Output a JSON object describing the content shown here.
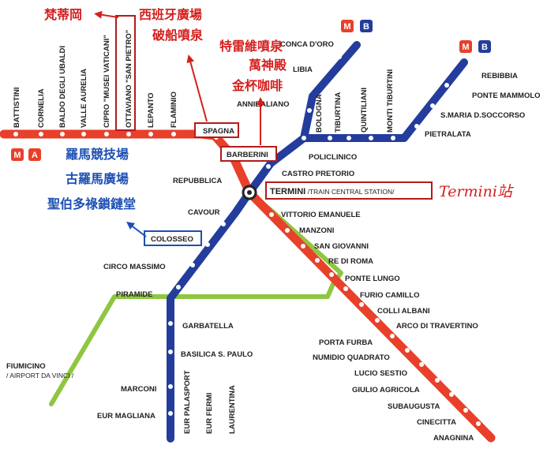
{
  "colors": {
    "line_a": "#e8402a",
    "line_b": "#243d9c",
    "line_c": "#8fc641",
    "annotation_red": "#d3201e",
    "annotation_blue": "#1d4fb4",
    "box_red": "#b11c1c",
    "box_blue": "#1d4fb4"
  },
  "line_badges": {
    "metro_letter": "M",
    "line_a_letter": "A",
    "line_b_letter": "B"
  },
  "line_a_stations": {
    "battistini": "BATTISTINI",
    "cornelia": "CORNELIA",
    "baldo_degli_ubaldi": "BALDO DEGLI UBALDI",
    "valle_aurelia": "VALLE AURELIA",
    "cipro": "CIPRO \"MUSEI VATICANI\"",
    "ottaviano": "OTTAVIANO \"SAN PIETRO\"",
    "lepanto": "LEPANTO",
    "flaminio": "FLAMINIO",
    "spagna": "SPAGNA",
    "barberini": "BARBERINI",
    "repubblica": "REPUBBLICA",
    "vittorio_emanuele": "VITTORIO EMANUELE",
    "manzoni": "MANZONI",
    "san_giovanni": "SAN GIOVANNI",
    "re_di_roma": "RE DI ROMA",
    "ponte_lungo": "PONTE LUNGO",
    "furio_camillo": "FURIO CAMILLO",
    "colli_albani": "COLLI ALBANI",
    "arco_di_travertino": "ARCO DI TRAVERTINO",
    "porta_furba": "PORTA FURBA",
    "numidio_quadrato": "NUMIDIO QUADRATO",
    "lucio_sestio": "LUCIO SESTIO",
    "giulio_agricola": "GIULIO AGRICOLA",
    "subaugusta": "SUBAUGUSTA",
    "cinecitta": "CINECITTA",
    "anagnina": "ANAGNINA"
  },
  "line_b_stations": {
    "conca_doro": "CONCA D'ORO",
    "libia": "LIBIA",
    "annibaliano": "ANNIBALIANO",
    "bologna": "BOLOGNA",
    "tiburtina": "TIBURTINA",
    "quintiliani": "QUINTILIANI",
    "monti_tiburtini": "MONTI TIBURTINI",
    "rebibbia": "REBIBBIA",
    "ponte_mammolo": "PONTE MAMMOLO",
    "santa_maria_soccorso": "S.MARIA D.SOCCORSO",
    "pietralata": "PIETRALATA",
    "policlinico": "POLICLINICO",
    "castro_pretorio": "CASTRO PRETORIO",
    "termini": "TERMINI",
    "termini_sub": " /TRAIN CENTRAL STATION/",
    "cavour": "CAVOUR",
    "colosseo": "COLOSSEO",
    "circo_massimo": "CIRCO MASSIMO",
    "piramide": "PIRAMIDE",
    "garbatella": "GARBATELLA",
    "basilica_san_paolo": "BASILICA S. PAULO",
    "marconi": "MARCONI",
    "eur_magliana": "EUR MAGLIANA",
    "eur_palasport": "EUR PALASPORT",
    "eur_fermi": "EUR FERMI",
    "laurentina": "LAURENTINA"
  },
  "other_stations": {
    "fiumicino": "FIUMICINO",
    "fiumicino_sub": "/ AIRPORT DA VINCI /"
  },
  "annotations": {
    "vatican": "梵蒂岡",
    "spanish_steps": "西班牙廣場",
    "barcaccia": "破船噴泉",
    "trevi": "特雷維噴泉",
    "pantheon": "萬神殿",
    "golden_cup": "金杯咖啡",
    "colosseum": "羅馬競技場",
    "forum": "古羅馬廣場",
    "san_pietro_vincoli": "聖伯多祿鎖鏈堂",
    "termini_note": "Termini站"
  }
}
